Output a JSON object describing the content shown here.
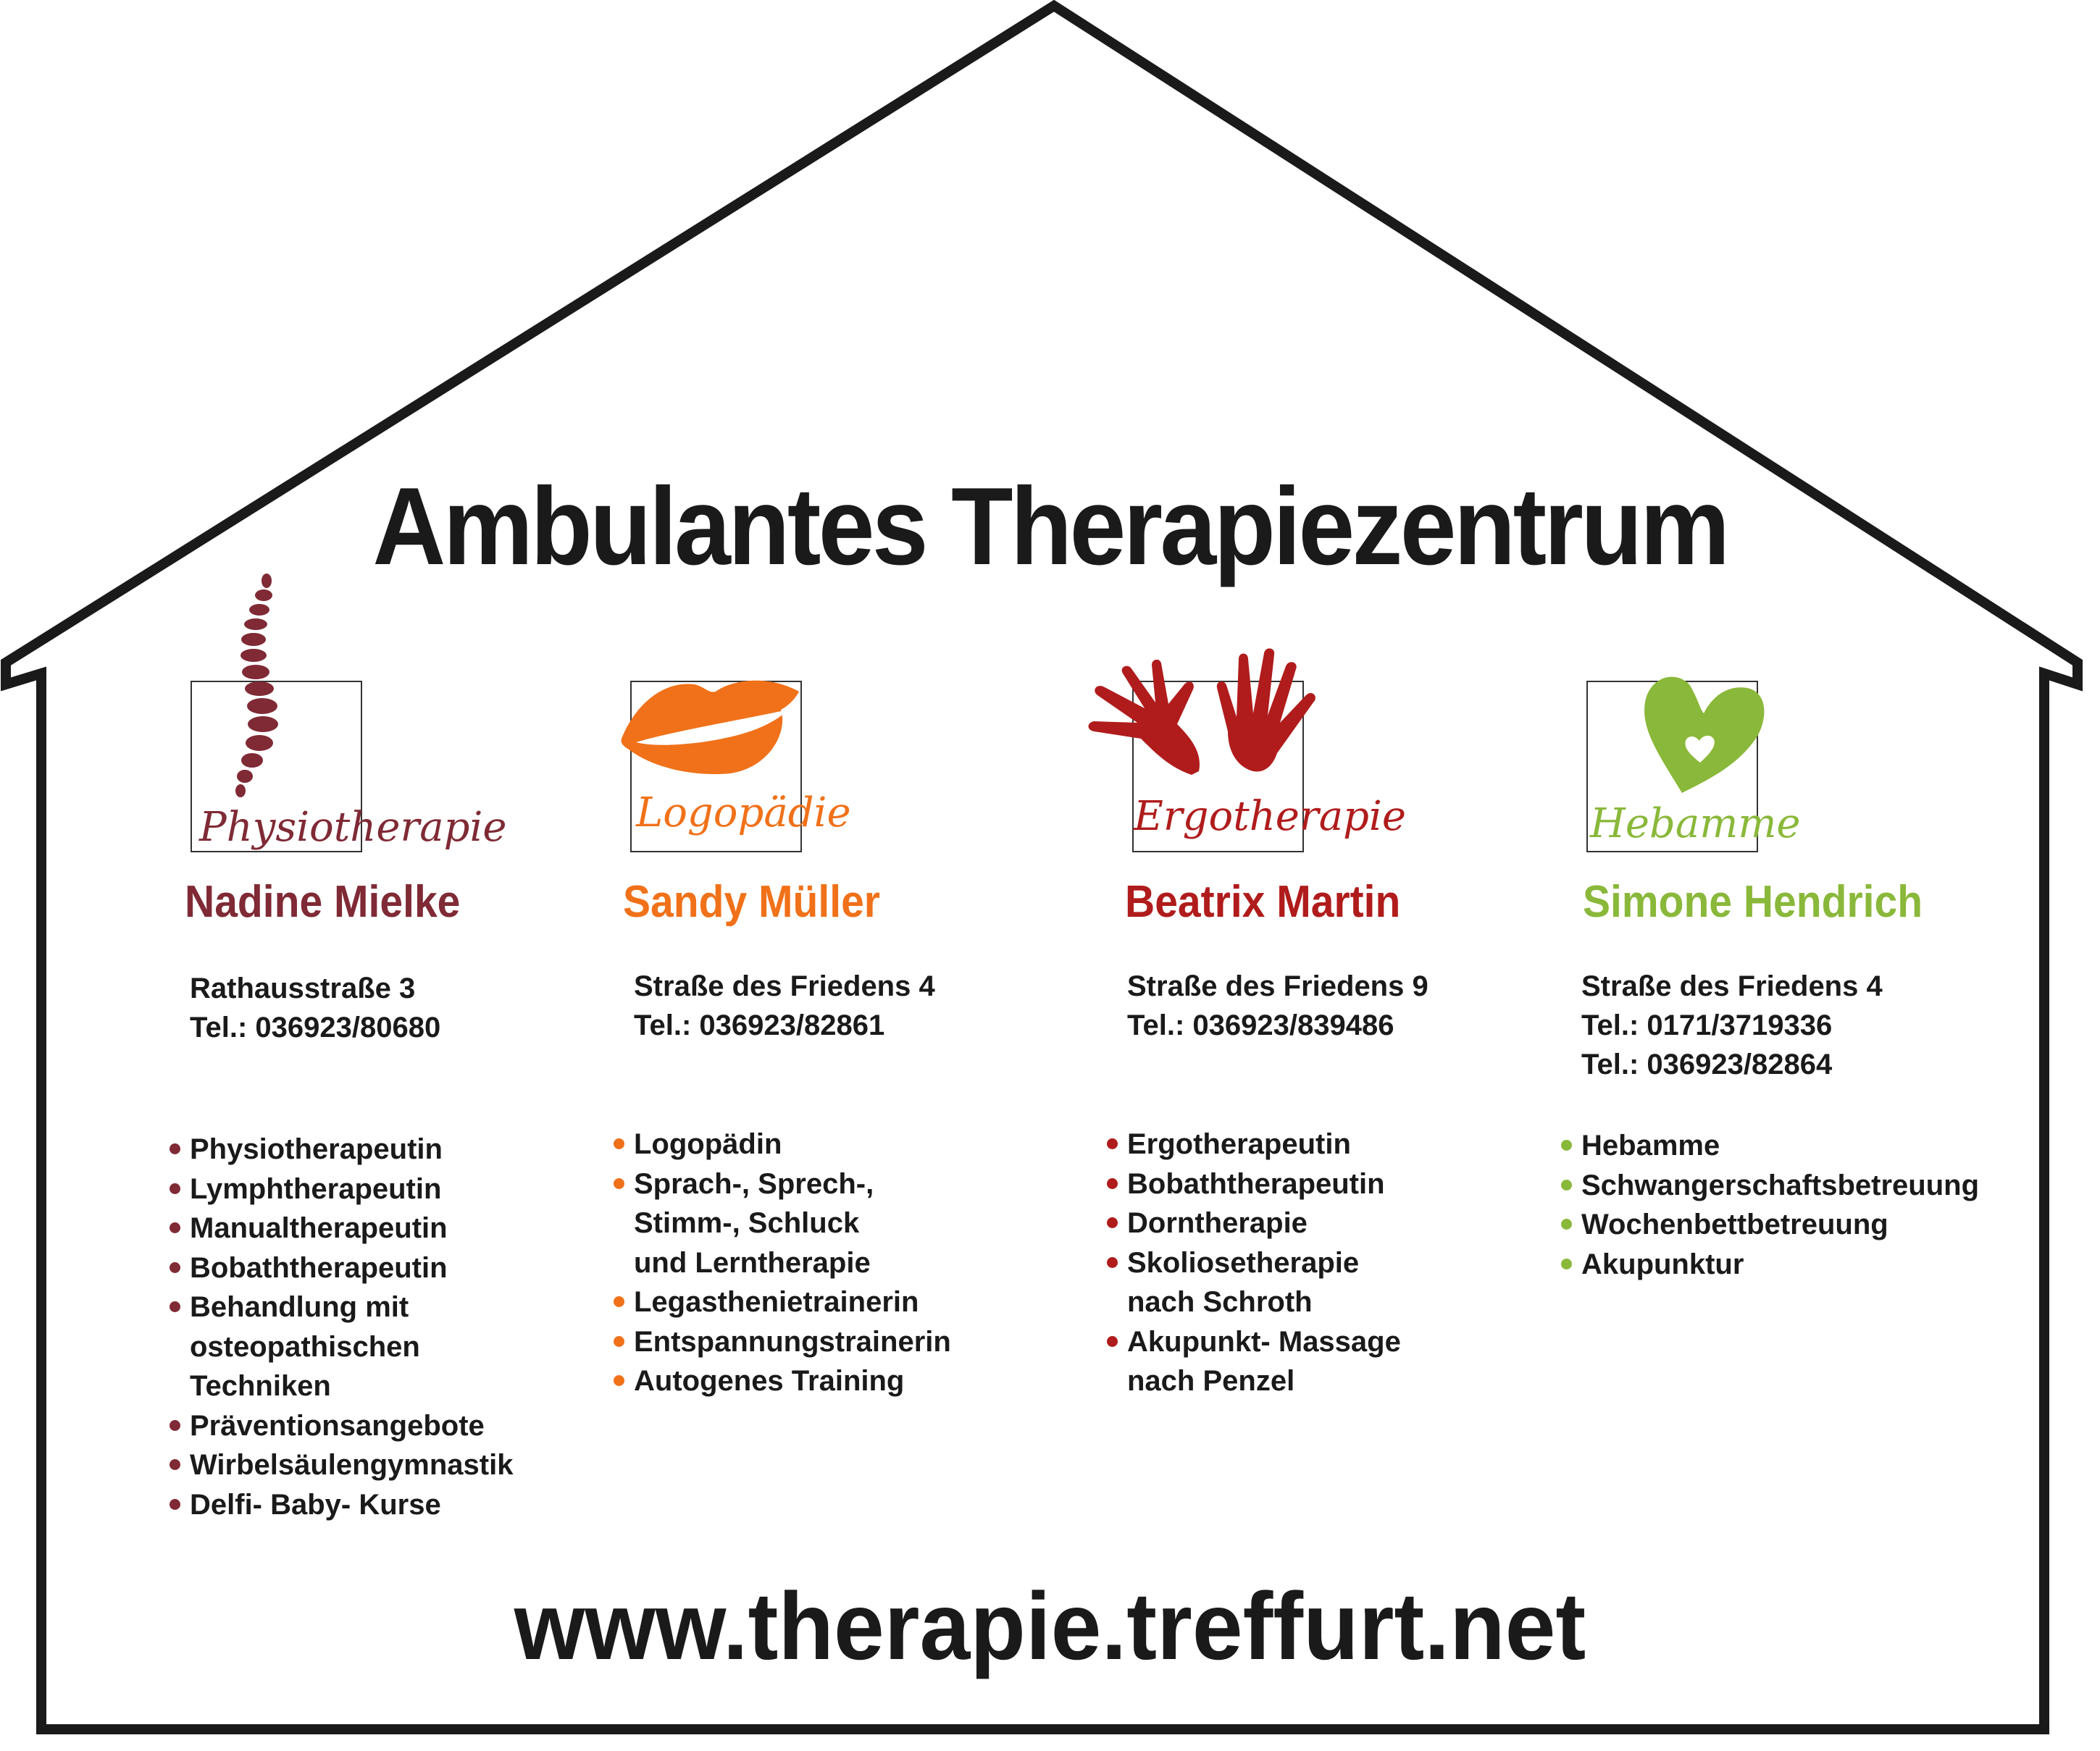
{
  "title": "Ambulantes Therapiezentrum",
  "website": "www.therapie.treffurt.net",
  "colors": {
    "physio": "#7f2a35",
    "logo": "#f07119",
    "ergo": "#b01c1c",
    "hebamme": "#8ab83a",
    "text": "#1a1a1a"
  },
  "practices": [
    {
      "logo_label": "Physiotherapie",
      "logo_icon": "spine-icon",
      "name": "Nadine Mielke",
      "address": "Rathausstraße 3",
      "phones": [
        "Tel.: 036923/80680"
      ],
      "services": [
        [
          "Physiotherapeutin"
        ],
        [
          "Lymphtherapeutin"
        ],
        [
          "Manualtherapeutin"
        ],
        [
          "Bobaththerapeutin"
        ],
        [
          "Behandlung mit",
          "osteopathischen",
          "Techniken"
        ],
        [
          "Präventionsangebote"
        ],
        [
          "Wirbelsäulengymnastik"
        ],
        [
          "Delfi- Baby- Kurse"
        ]
      ]
    },
    {
      "logo_label": "Logopädie",
      "logo_icon": "lips-icon",
      "name": "Sandy Müller",
      "address": "Straße des Friedens 4",
      "phones": [
        "Tel.: 036923/82861"
      ],
      "services": [
        [
          "Logopädin"
        ],
        [
          "Sprach-, Sprech-,",
          "Stimm-, Schluck",
          "und Lerntherapie"
        ],
        [
          "Legasthenietrainerin"
        ],
        [
          "Entspannungstrainerin"
        ],
        [
          "Autogenes Training"
        ]
      ]
    },
    {
      "logo_label": "Ergotherapie",
      "logo_icon": "hands-icon",
      "name": "Beatrix Martin",
      "address": "Straße des Friedens 9",
      "phones": [
        "Tel.: 036923/839486"
      ],
      "services": [
        [
          "Ergotherapeutin"
        ],
        [
          "Bobaththerapeutin"
        ],
        [
          "Dorntherapie"
        ],
        [
          "Skoliosetherapie",
          "nach Schroth"
        ],
        [
          "Akupunkt- Massage",
          "nach Penzel"
        ]
      ]
    },
    {
      "logo_label": "Hebamme",
      "logo_icon": "heart-icon",
      "name": "Simone Hendrich",
      "address": "Straße des Friedens 4",
      "phones": [
        "Tel.: 0171/3719336",
        "Tel.: 036923/82864"
      ],
      "services": [
        [
          "Hebamme"
        ],
        [
          "Schwangerschaftsbetreuung"
        ],
        [
          "Wochenbettbetreuung"
        ],
        [
          "Akupunktur"
        ]
      ]
    }
  ]
}
